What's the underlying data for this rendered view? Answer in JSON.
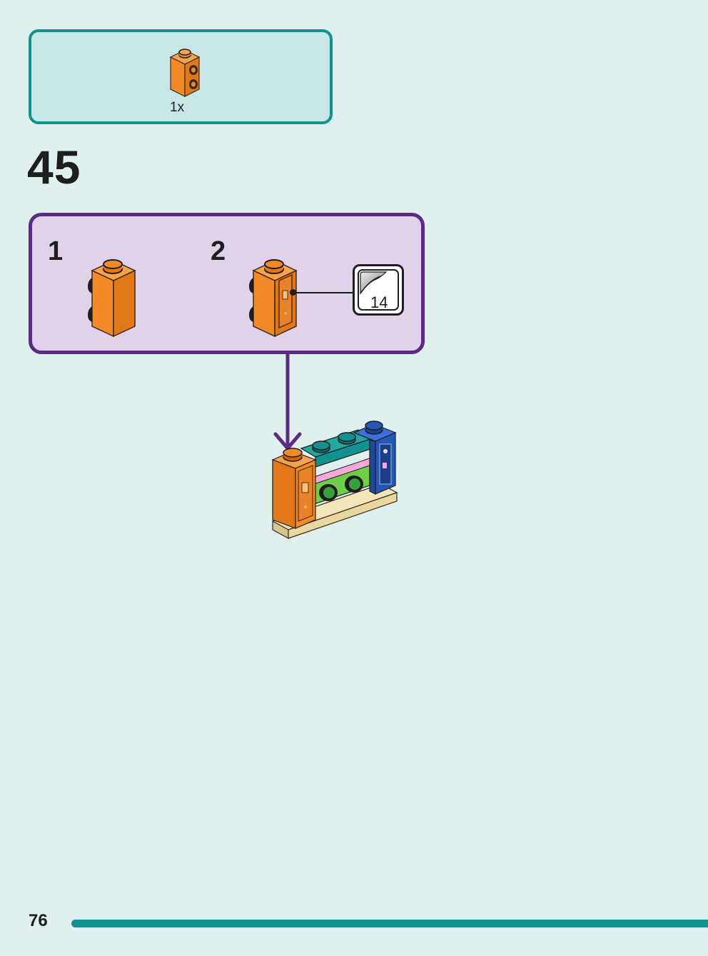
{
  "parts_list": {
    "quantity": "1x",
    "part": "orange-brick-1x1-with-side-studs"
  },
  "step": {
    "number": "45"
  },
  "substeps": [
    {
      "number": "1"
    },
    {
      "number": "2",
      "sticker_number": "14"
    }
  ],
  "colors": {
    "orange": "#f28a27",
    "teal": "#11918f",
    "purple": "#5a2a86",
    "blue": "#2556b8",
    "green": "#6fcf4a",
    "tan": "#e9d7a0",
    "pink": "#f6a8d8"
  },
  "page": {
    "number": "76"
  }
}
